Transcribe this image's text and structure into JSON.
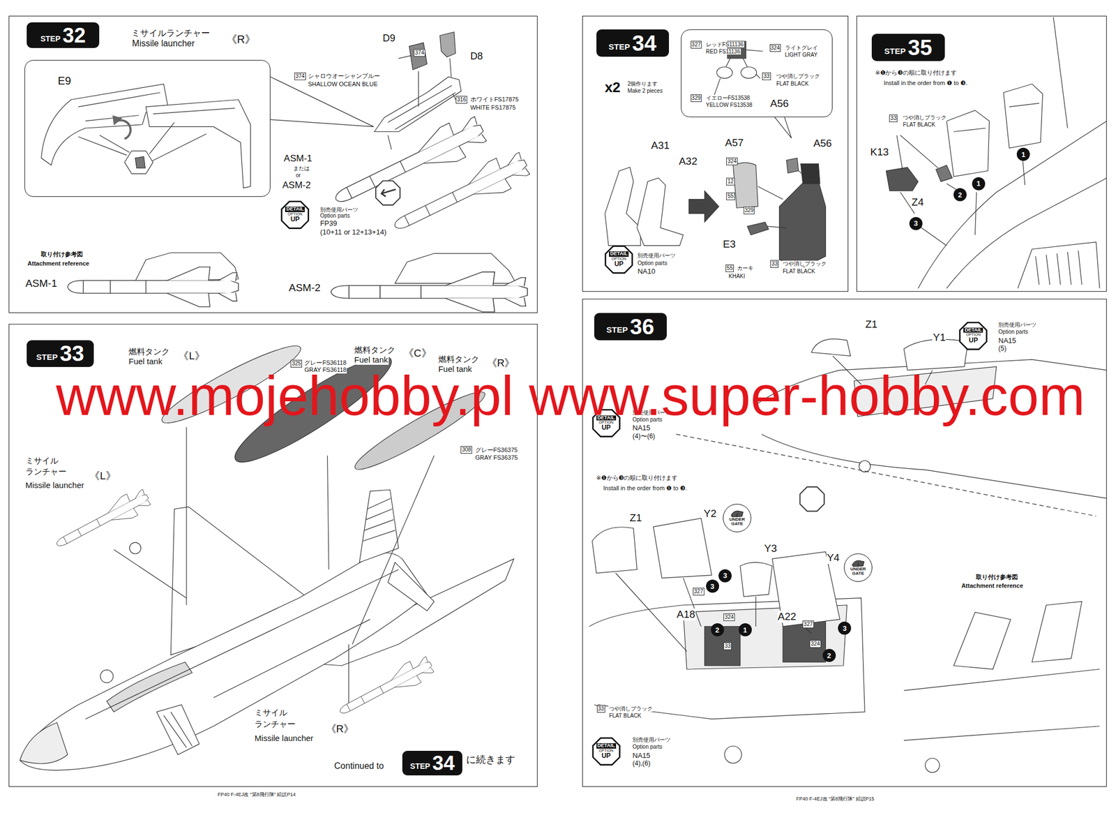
{
  "diagram": {
    "nodes": [
      {
        "text": [
          "ミサイルランチャー",
          "Missile launcher",
          "《R》"
        ]
      },
      {
        "text": [
          "STEP",
          "32"
        ],
        "in": 0
      },
      {
        "text": [
          "374"
        ],
        "in": 0
      },
      {
        "text": [
          "374"
        ],
        "in": 0
      },
      {
        "text": [
          "316"
        ],
        "in": 0
      },
      {
        "text": [
          "DETAIL",
          "OPTION",
          "UP"
        ],
        "in": 0
      },
      {
        "text": [
          "Continued to",
          "に続きます"
        ]
      },
      {
        "text": [
          "STEP",
          "33"
        ],
        "in": 6
      },
      {
        "text": [
          "325"
        ],
        "in": 6
      },
      {
        "text": [
          "308"
        ],
        "in": 6
      },
      {
        "text": [
          "STEP",
          "34"
        ],
        "in": 6
      },
      {
        "text": [
          "x2",
          "2個作ります",
          "Make 2 pieces"
        ]
      },
      {
        "text": [
          "STEP",
          "34"
        ],
        "in": 11
      },
      {
        "text": [
          "A56"
        ],
        "in": 11
      },
      {
        "text": [
          "327"
        ],
        "in": 13
      },
      {
        "text": [
          "324"
        ],
        "in": 13
      },
      {
        "text": [
          "33"
        ],
        "in": 13
      },
      {
        "text": [
          "329"
        ],
        "in": 13
      },
      {
        "text": [
          "324"
        ],
        "in": 11
      },
      {
        "text": [
          "12"
        ],
        "in": 11
      },
      {
        "text": [
          "55"
        ],
        "in": 11
      },
      {
        "text": [
          "329"
        ],
        "in": 11
      },
      {
        "text": [
          "55"
        ],
        "in": 11
      },
      {
        "text": [
          "33"
        ],
        "in": 11
      },
      {
        "text": [
          "DETAIL",
          "OPTION",
          "UP"
        ],
        "in": 11
      },
      {
        "text": [
          "※❶から❸の順に取り付けます",
          "Install in the order from ❶ to ❸."
        ]
      },
      {
        "text": [
          "STEP",
          "35"
        ],
        "in": 25
      },
      {
        "text": [
          "33"
        ],
        "in": 25
      },
      {
        "text": [
          "1"
        ],
        "in": 25
      },
      {
        "text": [
          "1"
        ],
        "in": 25
      },
      {
        "text": [
          "2"
        ],
        "in": 25
      },
      {
        "text": [
          "3"
        ],
        "in": 25
      },
      {
        "text": [
          "※❶から❸の順に取り付けます",
          "Install in the order from ❶ to ❸."
        ]
      },
      {
        "text": [
          "STEP",
          "36"
        ],
        "in": 32
      },
      {
        "text": [
          "DETAIL",
          "OPTION",
          "UP"
        ],
        "in": 32
      },
      {
        "text": [
          "DETAIL",
          "OPTION",
          "UP"
        ],
        "in": 32
      },
      {
        "text": [
          "UNDER GATE"
        ],
        "in": 32
      },
      {
        "text": [
          "UNDER GATE"
        ],
        "in": 32
      },
      {
        "text": [
          "3"
        ],
        "in": 32
      },
      {
        "text": [
          "3"
        ],
        "in": 32
      },
      {
        "text": [
          "1"
        ],
        "in": 32
      },
      {
        "text": [
          "2"
        ],
        "in": 32
      },
      {
        "text": [
          "3"
        ],
        "in": 32
      },
      {
        "text": [
          "2"
        ],
        "in": 32
      },
      {
        "text": [
          "327"
        ],
        "in": 32
      },
      {
        "text": [
          "324"
        ],
        "in": 32
      },
      {
        "text": [
          "33"
        ],
        "in": 32
      },
      {
        "text": [
          "327"
        ],
        "in": 32
      },
      {
        "text": [
          "324"
        ],
        "in": 32
      },
      {
        "text": [
          "33"
        ],
        "in": 32
      },
      {
        "text": [
          "DETAIL",
          "OPTION",
          "UP"
        ],
        "in": 32
      },
      {
        "text": [
          "E9"
        ],
        "in": 0
      }
    ],
    "labels": [
      "D9",
      "D8",
      "シャロウオーシャンブルー",
      "SHALLOW OCEAN BLUE",
      "ホワイトFS17875",
      "WHITE FS17875",
      "ASM-1",
      "または",
      "or",
      "ASM-2",
      "別売使用パーツ",
      "Option parts",
      "FP39",
      "(10+11 or 12+13+14)",
      "取り付け参考図",
      "Attachment reference",
      "ASM-1",
      "ASM-2",
      "燃料タンク",
      "Fuel tank",
      "《L》",
      "燃料タンク",
      "Fuel tank",
      "《C》",
      "燃料タンク",
      "Fuel tank",
      "《R》",
      "グレーFS36118",
      "GRAY FS36118",
      "グレーFS36375",
      "GRAY FS36375",
      "ミサイル",
      "ランチャー",
      "《L》",
      "Missile launcher",
      "ミサイル",
      "ランチャー",
      "《R》",
      "Missile launcher",
      "A31",
      "A32",
      "A57",
      "A56",
      "E3",
      "レッドFS11136",
      "RED FS11136",
      "ライトグレイ",
      "LIGHT GRAY",
      "つや消しブラック",
      "FLAT BLACK",
      "イエローFS13538",
      "YELLOW FS13538",
      "カーキ",
      "KHAKI",
      "つや消しブラック",
      "FLAT BLACK",
      "別売使用パーツ",
      "Option parts",
      "NA10",
      "つや消しブラック",
      "FLAT BLACK",
      "K13",
      "Z4",
      "Z1",
      "Y1",
      "別売使用パーツ",
      "Option parts",
      "NA15",
      "(5)",
      "別売使用パーツ",
      "Option parts",
      "NA15",
      "(4)〜(6)",
      "Z1",
      "Y2",
      "Y3",
      "Y4",
      "A18",
      "A22",
      "つや消しブラック",
      "FLAT BLACK",
      "別売使用パーツ",
      "Option parts",
      "NA15",
      "(4),(6)",
      "取り付け参考図",
      "Attachment reference",
      "FP40 F-4EJ改 “第8飛行隊” 組説P14",
      "FP40 F-4EJ改 “第8飛行隊” 組説P15",
      "www.mojehobby.pl www.super-hobby.com"
    ]
  }
}
